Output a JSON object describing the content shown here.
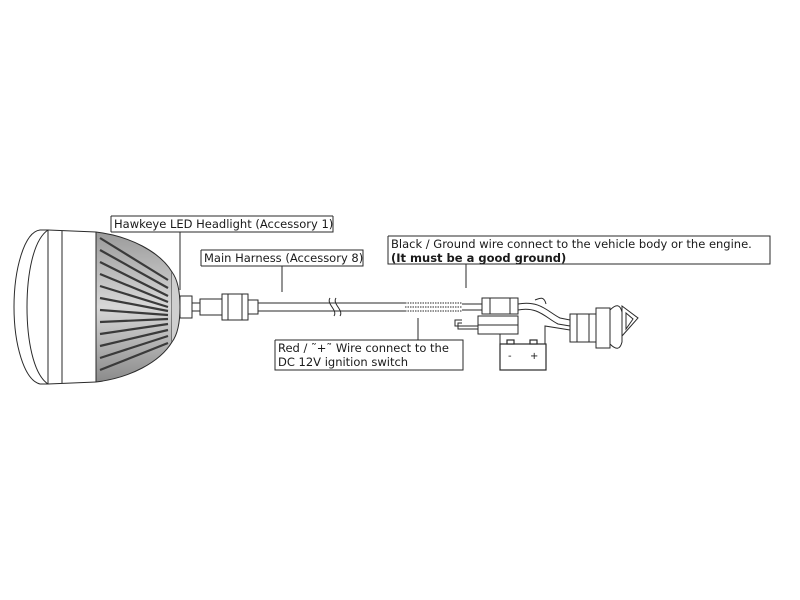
{
  "callouts": {
    "headlight": "Hawkeye LED Headlight (Accessory 1)",
    "harness": "Main Harness (Accessory 8)",
    "ground_line1": "Black / Ground wire connect to the vehicle body or the engine.",
    "ground_line2": "(It must be a good ground)",
    "red_line1": "Red /  ˜+˜  Wire connect to the",
    "red_line2": "DC 12V ignition switch"
  },
  "battery": {
    "minus": "-",
    "plus": "+"
  },
  "colors": {
    "line": "#2a2a2a",
    "fin_dark": "#3a3a3a",
    "fin_light": "#e8e8e8",
    "background": "#ffffff"
  },
  "icons": [
    "led-headlight-icon",
    "connector-icon",
    "fuse-holder-icon",
    "relay-icon",
    "switch-icon",
    "battery-icon"
  ]
}
